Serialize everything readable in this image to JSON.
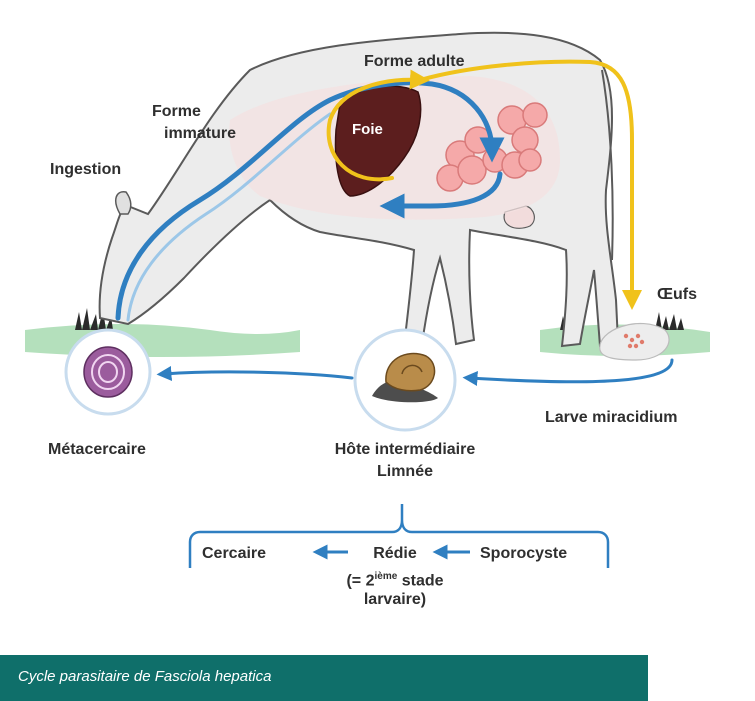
{
  "labels": {
    "forme_adulte": "Forme adulte",
    "forme_immature_1": "Forme",
    "forme_immature_2": "immature",
    "ingestion": "Ingestion",
    "foie": "Foie",
    "oeufs": "Œufs",
    "larve_miracidium": "Larve miracidium",
    "metacercaire": "Métacercaire",
    "hote_1": "Hôte intermédiaire",
    "hote_2": "Limnée",
    "cercaire": "Cercaire",
    "redie": "Rédie",
    "redie_sub_pre": "(= 2",
    "redie_sup": "ième",
    "redie_sub_post": " stade",
    "redie_sub2": "larvaire)",
    "sporocyste": "Sporocyste"
  },
  "caption": "Cycle parasitaire de Fasciola hepatica",
  "colors": {
    "arrow_blue": "#2f7fc1",
    "arrow_yellow": "#f0c21b",
    "caption_bg": "#0f6f6a",
    "liver": "#5c1e1e",
    "grass": "#8fd19e"
  }
}
